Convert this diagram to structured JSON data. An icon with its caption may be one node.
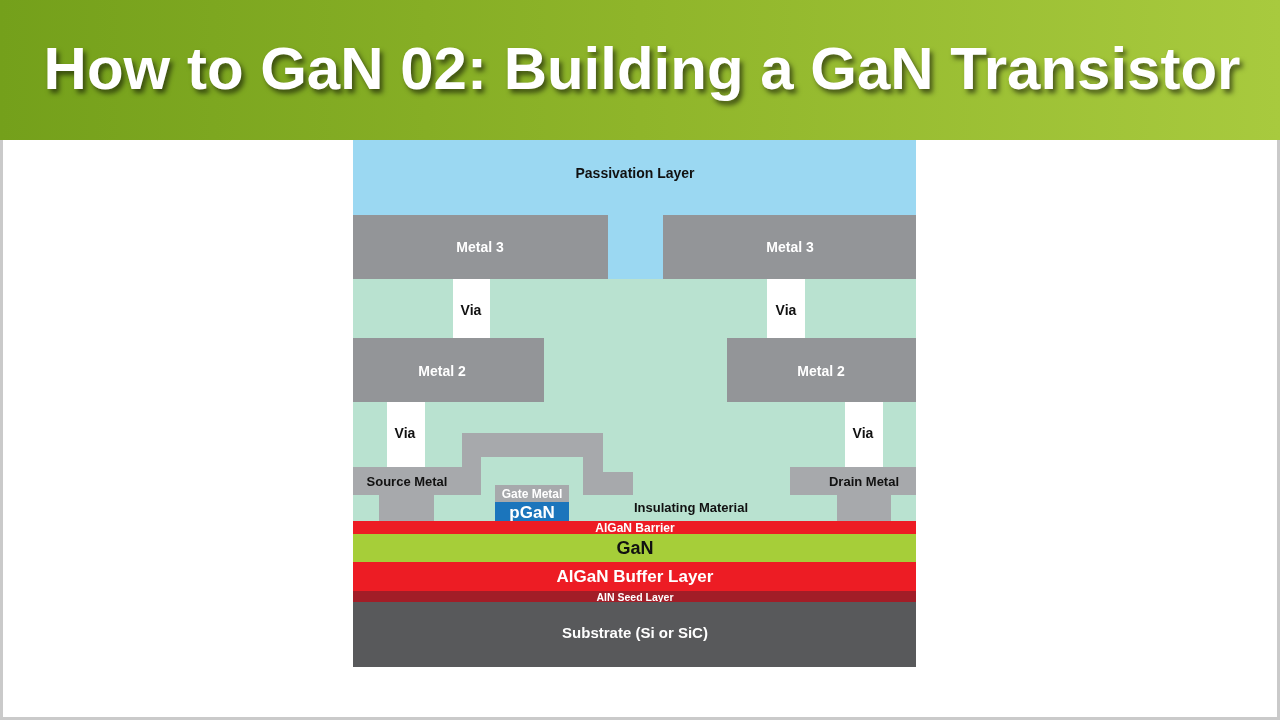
{
  "diagram": {
    "title": "How to GaN 02: Building a GaN Transistor",
    "nodes": [
      {
        "text": [
          "Passivation Layer"
        ]
      },
      {
        "text": [
          "Metal 3"
        ],
        "in": 0
      },
      {
        "text": [
          "Metal 3"
        ],
        "in": 0
      },
      {
        "text": [
          "Insulating Material"
        ]
      },
      {
        "text": [
          "Via"
        ],
        "in": 3
      },
      {
        "text": [
          "Via"
        ],
        "in": 3
      },
      {
        "text": [
          "Metal 2"
        ],
        "in": 3
      },
      {
        "text": [
          "Metal 2"
        ],
        "in": 3
      },
      {
        "text": [
          "Via"
        ],
        "in": 3
      },
      {
        "text": [
          "Via"
        ],
        "in": 3
      },
      {
        "text": [],
        "shape": "box",
        "in": 3
      },
      {
        "text": [
          "Source Metal"
        ],
        "in": 3
      },
      {
        "text": [
          "Gate Metal"
        ],
        "in": 3
      },
      {
        "text": [
          "Drain Metal"
        ],
        "in": 3
      },
      {
        "text": [
          "pGaN"
        ],
        "in": 3
      },
      {
        "text": [
          "AlGaN Barrier"
        ]
      },
      {
        "text": [
          "GaN"
        ]
      },
      {
        "text": [
          "AlGaN Buffer Layer"
        ]
      },
      {
        "text": [
          "AlN Seed Layer"
        ]
      },
      {
        "text": [
          "Substrate (Si or SiC)"
        ]
      }
    ]
  }
}
